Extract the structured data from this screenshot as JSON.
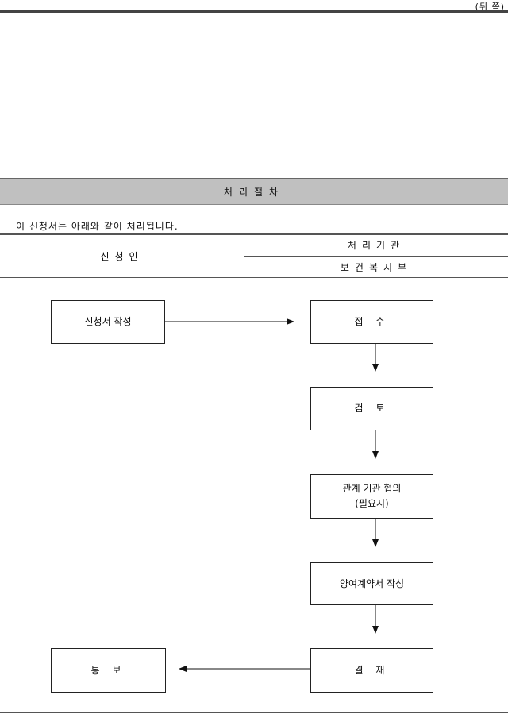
{
  "page_note": "(뒤 쪽)",
  "section": {
    "title": "처리절차"
  },
  "intro": "이 신청서는 아래와 같이 처리됩니다.",
  "table": {
    "applicant_header": "신청인",
    "agency_header": "처리기관",
    "agency_sub_header": "보건복지부"
  },
  "flow": {
    "applicant_write": "신청서 작성",
    "receive": "접 수",
    "review": "검 토",
    "consult_line1": "관계 기관 협의",
    "consult_line2": "(필요시)",
    "contract": "양여계약서 작성",
    "approval": "결 재",
    "notify": "통 보"
  }
}
